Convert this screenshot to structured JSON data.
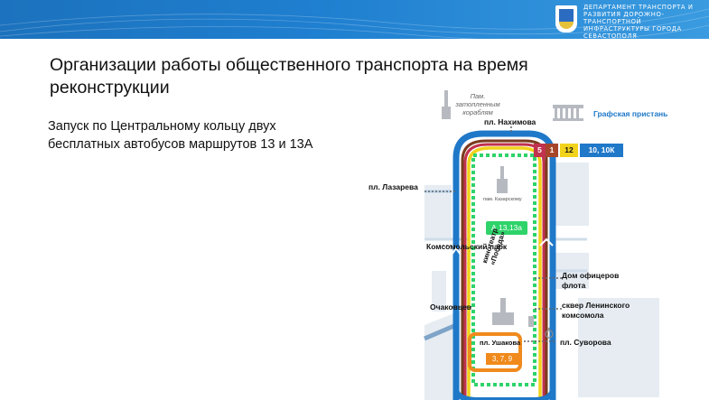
{
  "header": {
    "department": "ДЕПАРТАМЕНТ ТРАНСПОРТА И РАЗВИТИЯ ДОРОЖНО-ТРАНСПОРТНОЙ ИНФРАСТРУКТУРЫ ГОРОДА СЕВАСТОПОЛЯ",
    "crest_icon": "sevastopol-crest-icon",
    "colors": {
      "bar": "#1f7fd0"
    }
  },
  "slide": {
    "title": "Организации работы общественного транспорта на время реконструкции",
    "subtitle": "Запуск по Центральному кольцу двух бесплатных автобусов маршрутов 13 и 13А"
  },
  "map": {
    "labels": {
      "monument": "Пам. затопленным кораблям",
      "nakhimova": "пл. Нахимова",
      "grafskaya": "Графская пристань",
      "lazareva": "пл. Лазарева",
      "lazarev_monument": "пам. Казарскому",
      "komsomolsky": "Комсомольский парк",
      "pobeda": "кинотеатр «Победа»",
      "officers": "Дом офицеров флота",
      "lenin_square": "сквер Ленинского комсомола",
      "ochakovtsev": "Очаковцев",
      "ushakova": "пл. Ушакова",
      "suvorova": "пл. Суворова"
    },
    "route_tags": [
      {
        "label": "5",
        "color": "#c0324e"
      },
      {
        "label": "1",
        "color": "#a6452a"
      },
      {
        "label": "12",
        "color": "#f2d31b"
      },
      {
        "label": "10, 10К",
        "color": "#1f78c8"
      }
    ],
    "green_route": "А 13,13а",
    "orange_routes": "3, 7, 9",
    "colors": {
      "blue": "#1f78c8",
      "yellow": "#f2d31b",
      "red": "#c0324e",
      "brown": "#7a3b1e",
      "orange": "#f08a1c",
      "green": "#2ed36a",
      "grey": "#dfe6ee"
    }
  }
}
